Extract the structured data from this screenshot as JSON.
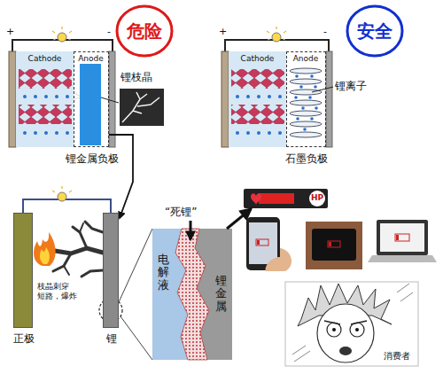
{
  "diagram": {
    "nodes": [
      {
        "text": [
          "危险"
        ]
      },
      {
        "text": [
          "Cathode"
        ]
      },
      {
        "text": [
          "Anode",
          "锂金属负极"
        ]
      },
      {
        "text": [
          "安全"
        ]
      },
      {
        "text": [
          "Cathode"
        ]
      },
      {
        "text": [
          "Anode",
          "石墨负极"
        ]
      },
      {
        "text": [
          "正极"
        ]
      },
      {
        "text": [
          "锂"
        ]
      },
      {
        "text": [
          "电解液"
        ]
      },
      {
        "text": [
          "锂金属"
        ]
      },
      {
        "text": [
          "HP"
        ]
      },
      {
        "text": [
          "消费者"
        ]
      }
    ],
    "edges": [
      {
        "from": 2,
        "to": 7,
        "arrow": "to"
      },
      {
        "from": 9,
        "to": 10,
        "arrow": "to"
      }
    ],
    "labels": [
      "+",
      "-",
      "锂枝晶",
      "+",
      "-",
      "锂离子",
      "枝晶刺穿 短路，爆炸",
      "“死锂”"
    ]
  }
}
